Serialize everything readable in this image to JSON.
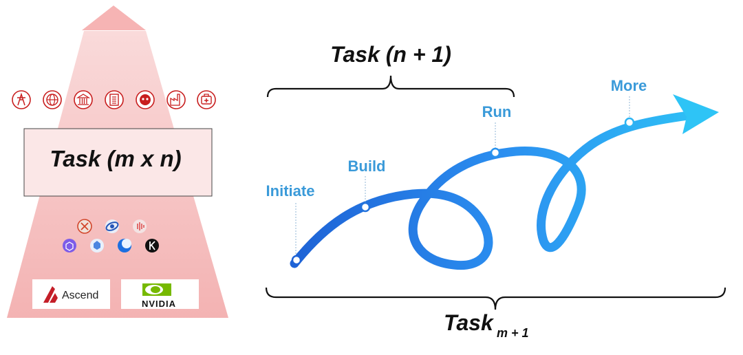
{
  "left_panel": {
    "task_box_label": "Task (m x n)",
    "industry_icons": [
      "tower-icon",
      "globe-icon",
      "bank-icon",
      "building-icon",
      "robot-icon",
      "factory-icon",
      "medical-kit-icon"
    ],
    "model_icons_row1": [
      "xinghuo-icon",
      "orbit-icon",
      "sound-wave-icon"
    ],
    "model_icons_row2": [
      "cube-model-icon",
      "wenxin-icon",
      "moon-model-icon",
      "k-model-icon"
    ],
    "hardware": [
      {
        "name": "Ascend",
        "icon": "ascend-logo"
      },
      {
        "name": "NVIDIA",
        "icon": "nvidia-logo"
      }
    ],
    "colors": {
      "funnel": "#f4b6b6",
      "icon_red": "#c81e1e"
    }
  },
  "right_panel": {
    "task_top": "Task (n + 1)",
    "task_bottom_main": "Task",
    "task_bottom_sub": "m + 1",
    "stages": [
      "Initiate",
      "Build",
      "Run",
      "More"
    ],
    "colors": {
      "curve_start": "#1f6fd8",
      "curve_end": "#2db8f4",
      "label": "#3a9ad9"
    }
  }
}
